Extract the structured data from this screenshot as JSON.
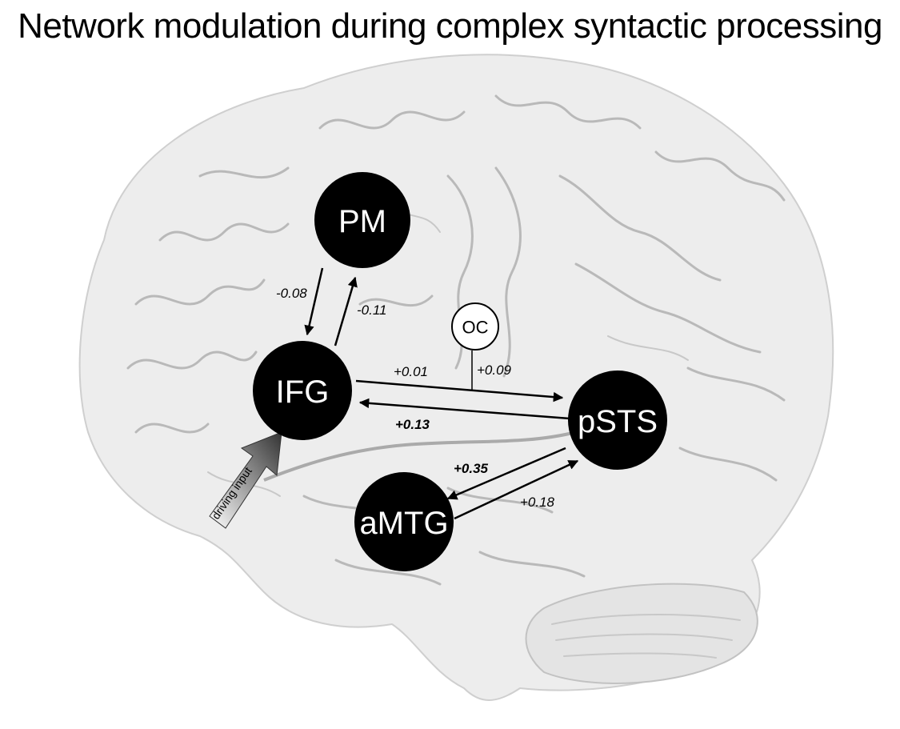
{
  "title": "Network modulation during complex syntactic processing",
  "nodes": {
    "pm": "PM",
    "ifg": "IFG",
    "psts": "pSTS",
    "amtg": "aMTG",
    "oc": "OC"
  },
  "edges": {
    "pm_to_ifg": "-0.08",
    "ifg_to_pm": "-0.11",
    "ifg_to_psts": "+0.01",
    "psts_to_ifg": "+0.13",
    "oc_mod": "+0.09",
    "psts_to_amtg": "+0.35",
    "amtg_to_psts": "+0.18"
  },
  "driving_input": "driving input",
  "colors": {
    "brain": "#ededed",
    "node_fill": "#000000",
    "oc_fill": "#ffffff"
  }
}
